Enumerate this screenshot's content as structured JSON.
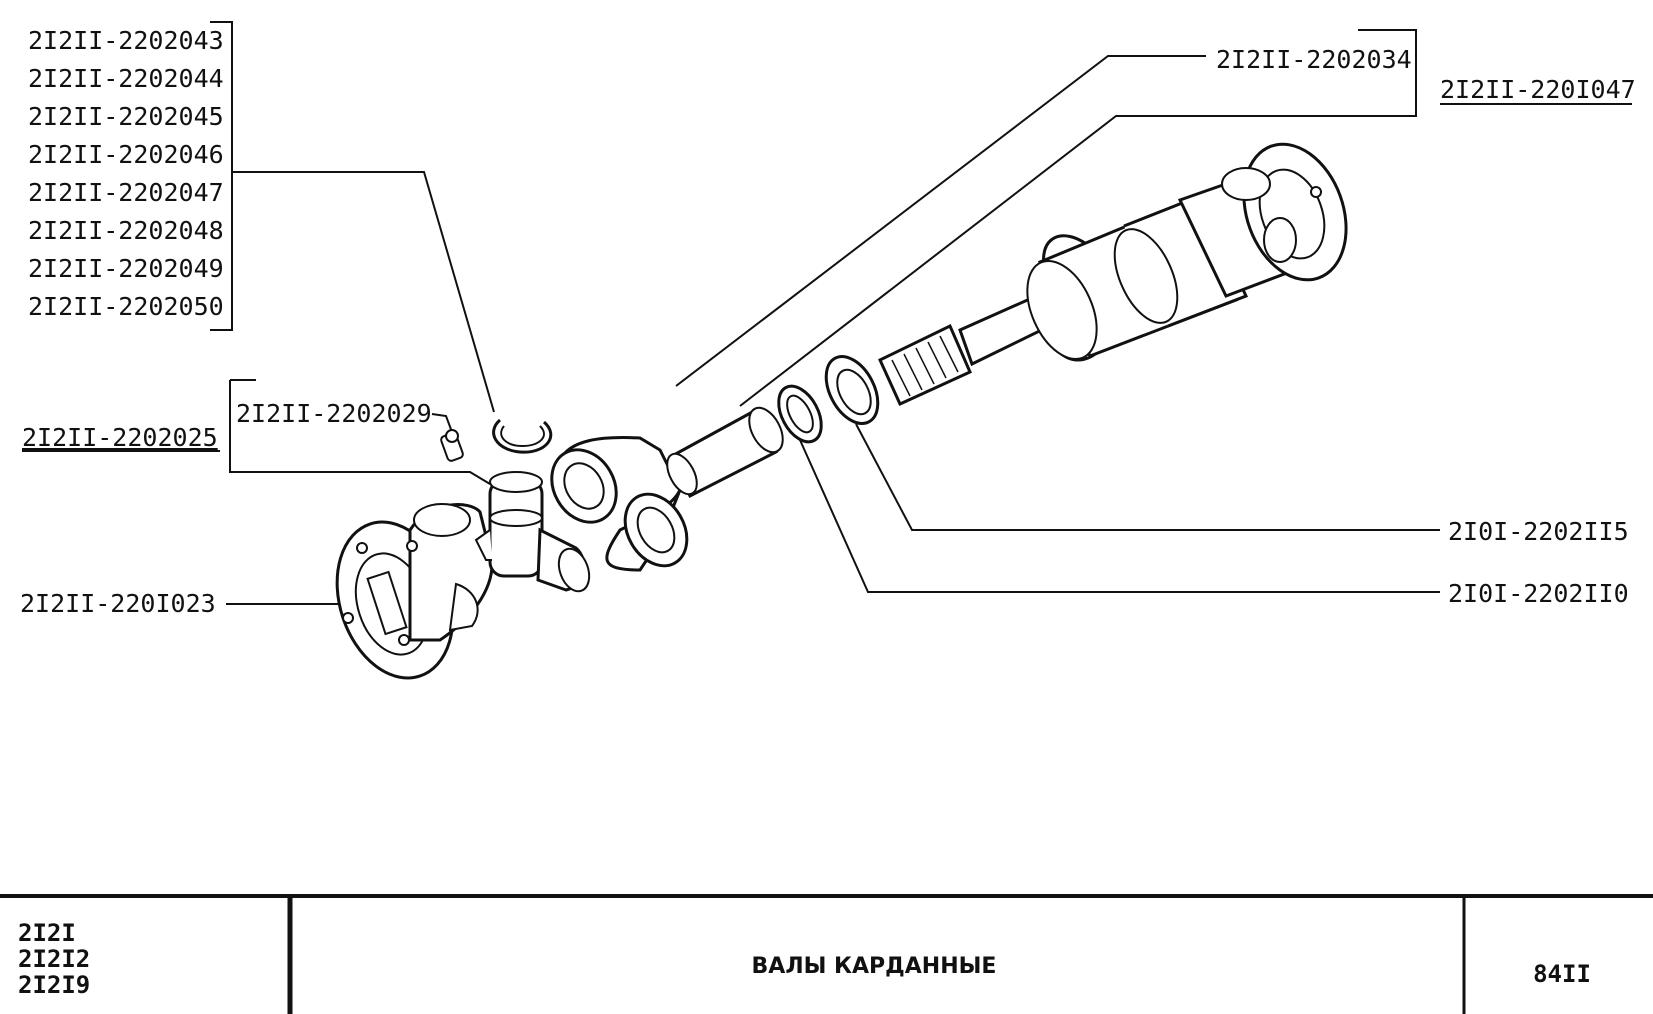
{
  "labels": {
    "group_top": [
      "2I2II-2202043",
      "2I2II-2202044",
      "2I2II-2202045",
      "2I2II-2202046",
      "2I2II-2202047",
      "2I2II-2202048",
      "2I2II-2202049",
      "2I2II-2202050"
    ],
    "grease_fitting": "2I2II-2202029",
    "cross_kit": "2I2II-2202025",
    "flange_yoke": "2I2II-220I023",
    "fitting_top": "2I2II-2202034",
    "shaft_assembly": "2I2II-220I047",
    "seal_1": "2I0I-2202II5",
    "seal_2": "2I0I-2202II0"
  },
  "title_block": {
    "models": [
      "2I2I",
      "2I2I2",
      "2I2I9"
    ],
    "title": "ВАЛЫ КАРДАННЫЕ",
    "page": "84II"
  }
}
